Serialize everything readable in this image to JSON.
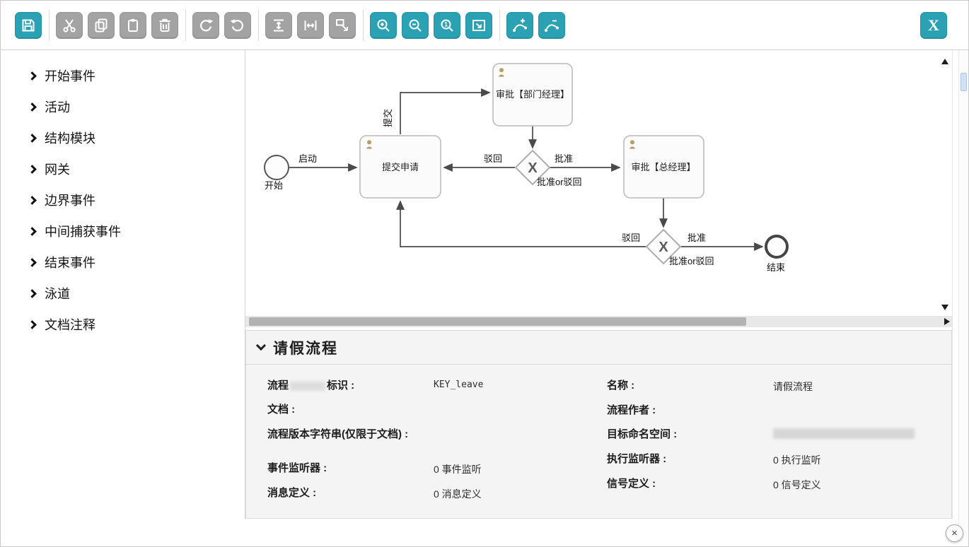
{
  "toolbar": {
    "buttons": [
      "save",
      "cut",
      "copy",
      "paste",
      "delete",
      "redo",
      "undo",
      "align-horizontal",
      "align-vertical",
      "same-size",
      "zoom-in",
      "zoom-out",
      "zoom-actual",
      "zoom-fit",
      "add-bendpoint",
      "remove-bendpoint"
    ],
    "zoom_actual_glyph": "1",
    "close_label": "X",
    "accent_color": "#2ba2b4",
    "disabled_color": "#a3a3a3"
  },
  "palette": {
    "items": [
      {
        "label": "开始事件"
      },
      {
        "label": "活动"
      },
      {
        "label": "结构模块"
      },
      {
        "label": "网关"
      },
      {
        "label": "边界事件"
      },
      {
        "label": "中间捕获事件"
      },
      {
        "label": "结束事件"
      },
      {
        "label": "泳道"
      },
      {
        "label": "文档注释"
      }
    ]
  },
  "diagram": {
    "start_label": "开始",
    "launch_label": "启动",
    "submit_task_label": "提交申请",
    "submit_flow_label": "提交",
    "dept_manager_task_label": "审批【部门经理】",
    "gw1_symbol": "X",
    "gw1_reject_label": "驳回",
    "gw1_approve_label": "批准",
    "gw1_condition_label": "批准or驳回",
    "general_manager_task_label": "审批【总经理】",
    "gw2_symbol": "X",
    "gw2_reject_label": "驳回",
    "gw2_approve_label": "批准",
    "gw2_condition_label": "批准or驳回",
    "end_label": "结束"
  },
  "properties": {
    "title": "请假流程",
    "left": [
      {
        "label_prefix": "流程",
        "label_suffix": "标识 :",
        "value": "KEY_leave",
        "redacted_label": true
      },
      {
        "label": "文档 :",
        "value": ""
      },
      {
        "label": "流程版本字符串(仅限于文档) :",
        "value": ""
      },
      {
        "label": "事件监听器 :",
        "value": "0 事件监听"
      },
      {
        "label": "消息定义 :",
        "value": "0 消息定义"
      }
    ],
    "right": [
      {
        "label": "名称 :",
        "value": "请假流程"
      },
      {
        "label": "流程作者 :",
        "value": ""
      },
      {
        "label": "目标命名空间 :",
        "value": "",
        "redacted_value": true
      },
      {
        "label": "执行监听器 :",
        "value": "0 执行监听"
      },
      {
        "label": "信号定义 :",
        "value": "0 信号定义"
      }
    ]
  },
  "page": {
    "close_glyph": "×"
  }
}
